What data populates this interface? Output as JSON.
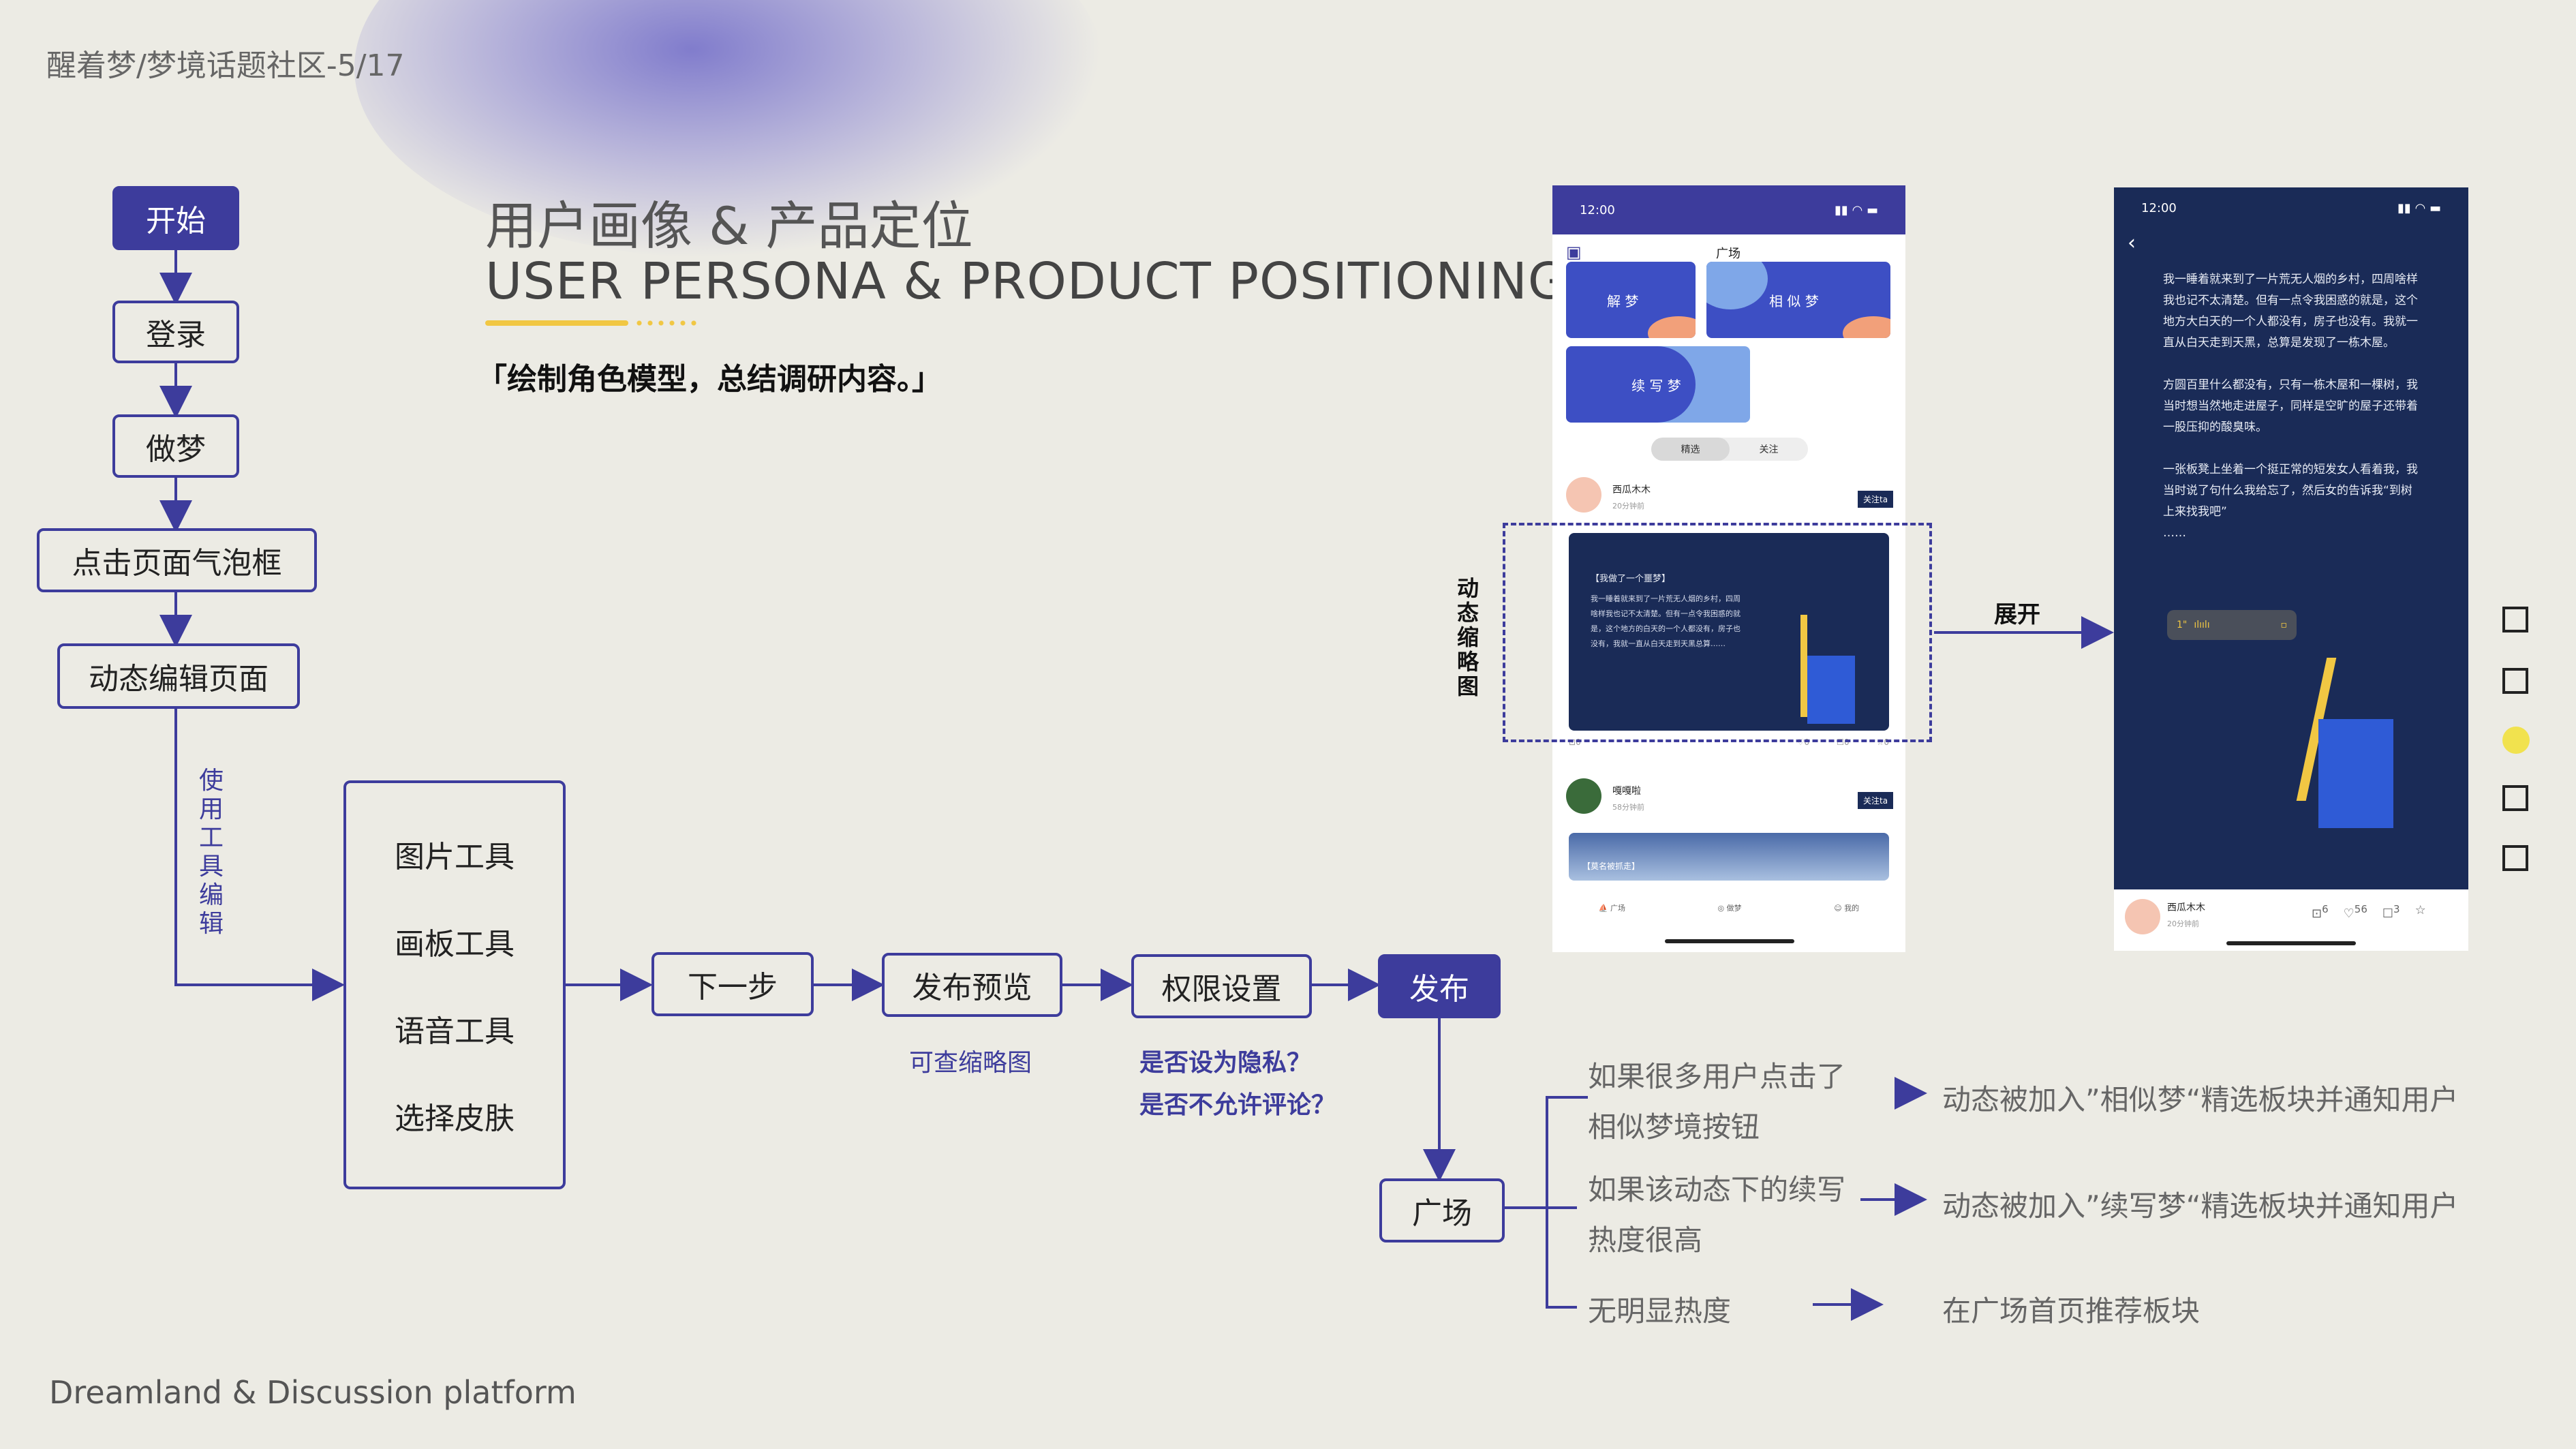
{
  "header": "醒着梦/梦境话题社区-5/17",
  "footer": "Dreamland & Discussion platform",
  "title": {
    "cn": "用户画像 & 产品定位",
    "en": "USER PERSONA & PRODUCT POSITIONING",
    "subtitle": "「绘制角色模型，总结调研内容。」"
  },
  "flow": {
    "start": "开始",
    "login": "登录",
    "dream": "做梦",
    "click_bubble": "点击页面气泡框",
    "edit_page": "动态编辑页面",
    "edit_label": "使用工具编辑",
    "tools": [
      "图片工具",
      "画板工具",
      "语音工具",
      "选择皮肤"
    ],
    "next": "下一步",
    "preview": "发布预览",
    "preview_note": "可查缩略图",
    "permission": "权限设置",
    "permission_note_1": "是否设为隐私？",
    "permission_note_2": "是否不允许评论？",
    "publish": "发布",
    "square": "广场"
  },
  "branches": [
    {
      "cond_1": "如果很多用户点击了",
      "cond_2": "相似梦境按钮",
      "result": "动态被加入”相似梦“精选板块并通知用户"
    },
    {
      "cond_1": "如果该动态下的续写",
      "cond_2": "热度很高",
      "result": "动态被加入”续写梦“精选板块并通知用户"
    },
    {
      "cond_1": "无明显热度",
      "cond_2": "",
      "result": "在广场首页推荐板块"
    }
  ],
  "thumbnail_label": "动态缩略图",
  "expand_label": "展开",
  "phone1": {
    "time": "12:00",
    "title": "广场",
    "cards": [
      "解 梦",
      "相 似 梦",
      "续 写 梦"
    ],
    "tabs": [
      "精选",
      "关注"
    ],
    "post1_user": "西瓜木木",
    "post1_time": "20分钟前",
    "follow": "关注ta",
    "post_heading": "【我做了一个噩梦】",
    "post_text": "我一睡着就来到了一片荒无人烟的乡村，四周啥样我也记不太清楚。但有一点令我困惑的就是，这个地方的白天的一个人都没有，房子也没有，我就一直从白天走到天黑总算……",
    "post1_counts": [
      "0",
      "0",
      "0",
      "0"
    ],
    "post2_user": "嘎嘎啦",
    "post2_time": "58分钟前",
    "post2_heading": "【莫名被抓走】",
    "nav": [
      "广场",
      "做梦",
      "我的"
    ]
  },
  "phone2": {
    "time": "12:00",
    "para1": "我一睡着就来到了一片荒无人烟的乡村，四周啥样我也记不太清楚。但有一点令我困惑的就是，这个地方大白天的一个人都没有，房子也没有。我就一直从白天走到天黑，总算是发现了一栋木屋。",
    "para2": "方圆百里什么都没有，只有一栋木屋和一棵树，我当时想当然地走进屋子，同样是空旷的屋子还带着一股压抑的酸臭味。",
    "para3": "一张板凳上坐着一个挺正常的短发女人看着我，我当时说了句什么我给忘了，然后女的告诉我“到树上来找我吧”",
    "ellipsis": "……",
    "voice": "1\"",
    "user": "西瓜木木",
    "user_time": "20分钟前",
    "counts": [
      "6",
      "56",
      "3"
    ]
  },
  "colors": {
    "accent": "#3d3c9c",
    "dark_navy": "#1a2b57",
    "yellow": "#f1c743",
    "background": "#ecebe4"
  }
}
